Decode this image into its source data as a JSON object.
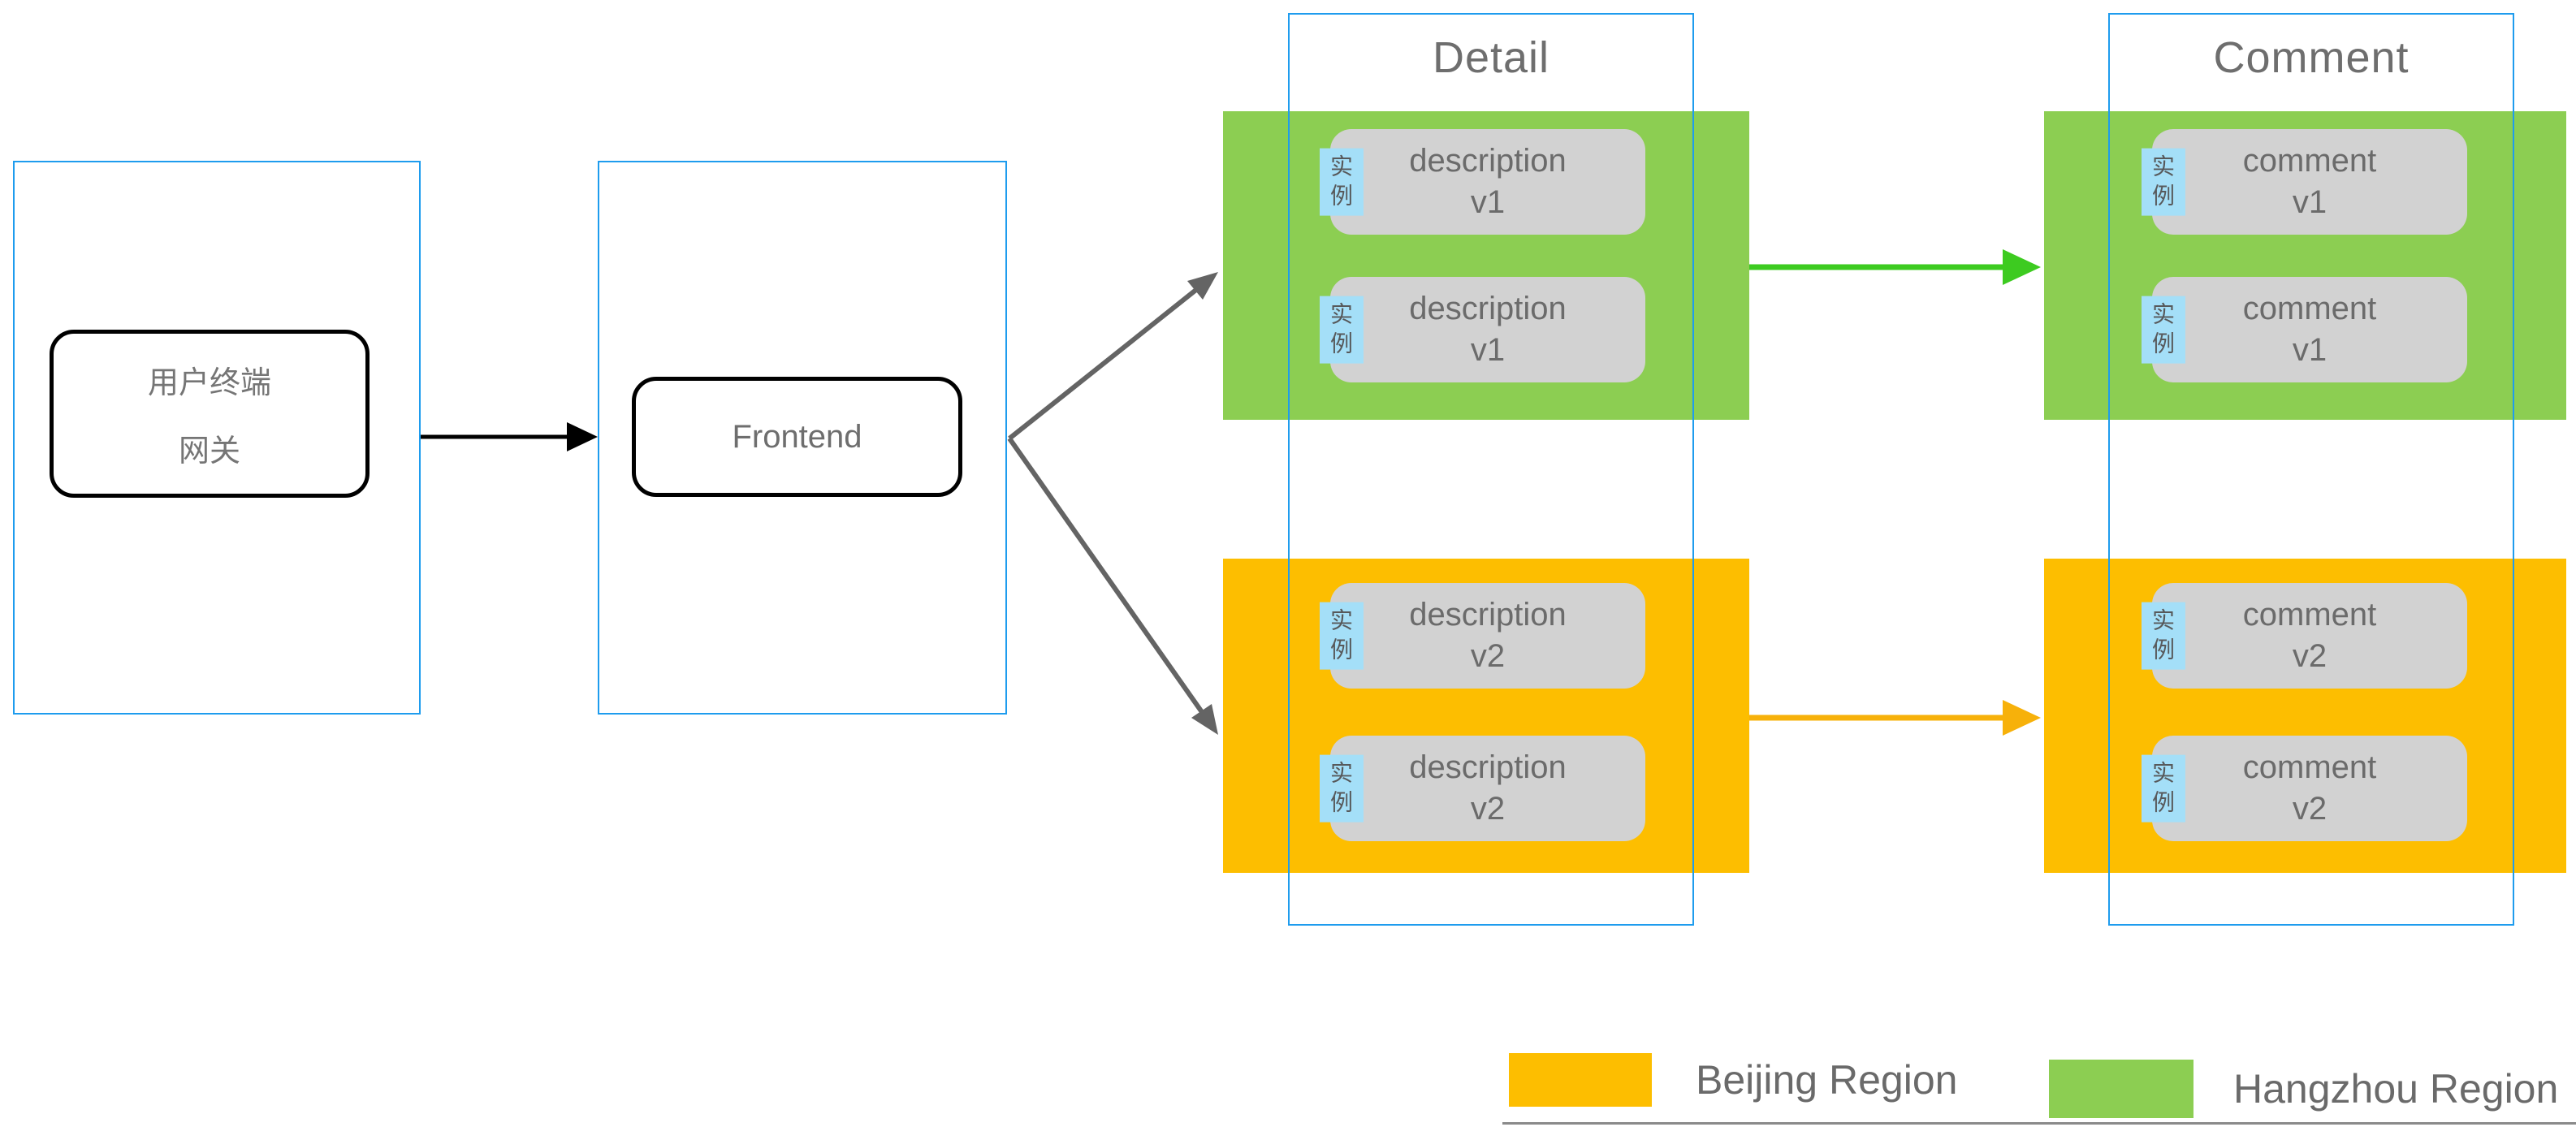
{
  "nodes": {
    "user_gateway": {
      "line1": "用户终端",
      "line2": "网关"
    },
    "frontend": {
      "label": "Frontend"
    }
  },
  "columns": {
    "detail": {
      "title": "Detail"
    },
    "comment": {
      "title": "Comment"
    }
  },
  "bands": {
    "detail_green": {
      "region": "Hangzhou Region",
      "boxes": [
        {
          "tag": "实例",
          "line1": "description",
          "line2": "v1"
        },
        {
          "tag": "实例",
          "line1": "description",
          "line2": "v1"
        }
      ]
    },
    "detail_orange": {
      "region": "Beijing Region",
      "boxes": [
        {
          "tag": "实例",
          "line1": "description",
          "line2": "v2"
        },
        {
          "tag": "实例",
          "line1": "description",
          "line2": "v2"
        }
      ]
    },
    "comment_green": {
      "region": "Hangzhou Region",
      "boxes": [
        {
          "tag": "实例",
          "line1": "comment",
          "line2": "v1"
        },
        {
          "tag": "实例",
          "line1": "comment",
          "line2": "v1"
        }
      ]
    },
    "comment_orange": {
      "region": "Beijing Region",
      "boxes": [
        {
          "tag": "实例",
          "line1": "comment",
          "line2": "v2"
        },
        {
          "tag": "实例",
          "line1": "comment",
          "line2": "v2"
        }
      ]
    }
  },
  "legend": {
    "beijing": {
      "label": "Beijing Region",
      "color": "#FDBE00"
    },
    "hangzhou": {
      "label": "Hangzhou Region",
      "color": "#8CCE52"
    }
  },
  "colors": {
    "region_green": "#8CCE52",
    "region_orange": "#FDBE00",
    "arrow_green": "#3DCB20",
    "arrow_orange": "#F7B10A",
    "arrow_gray": "#646464",
    "arrow_black": "#000000",
    "column_border_blue": "#1E9CEE",
    "instance_tag_blue": "#A4DFF8",
    "instance_box_gray": "#D2D2D2",
    "text_gray": "#6B6B6B"
  }
}
